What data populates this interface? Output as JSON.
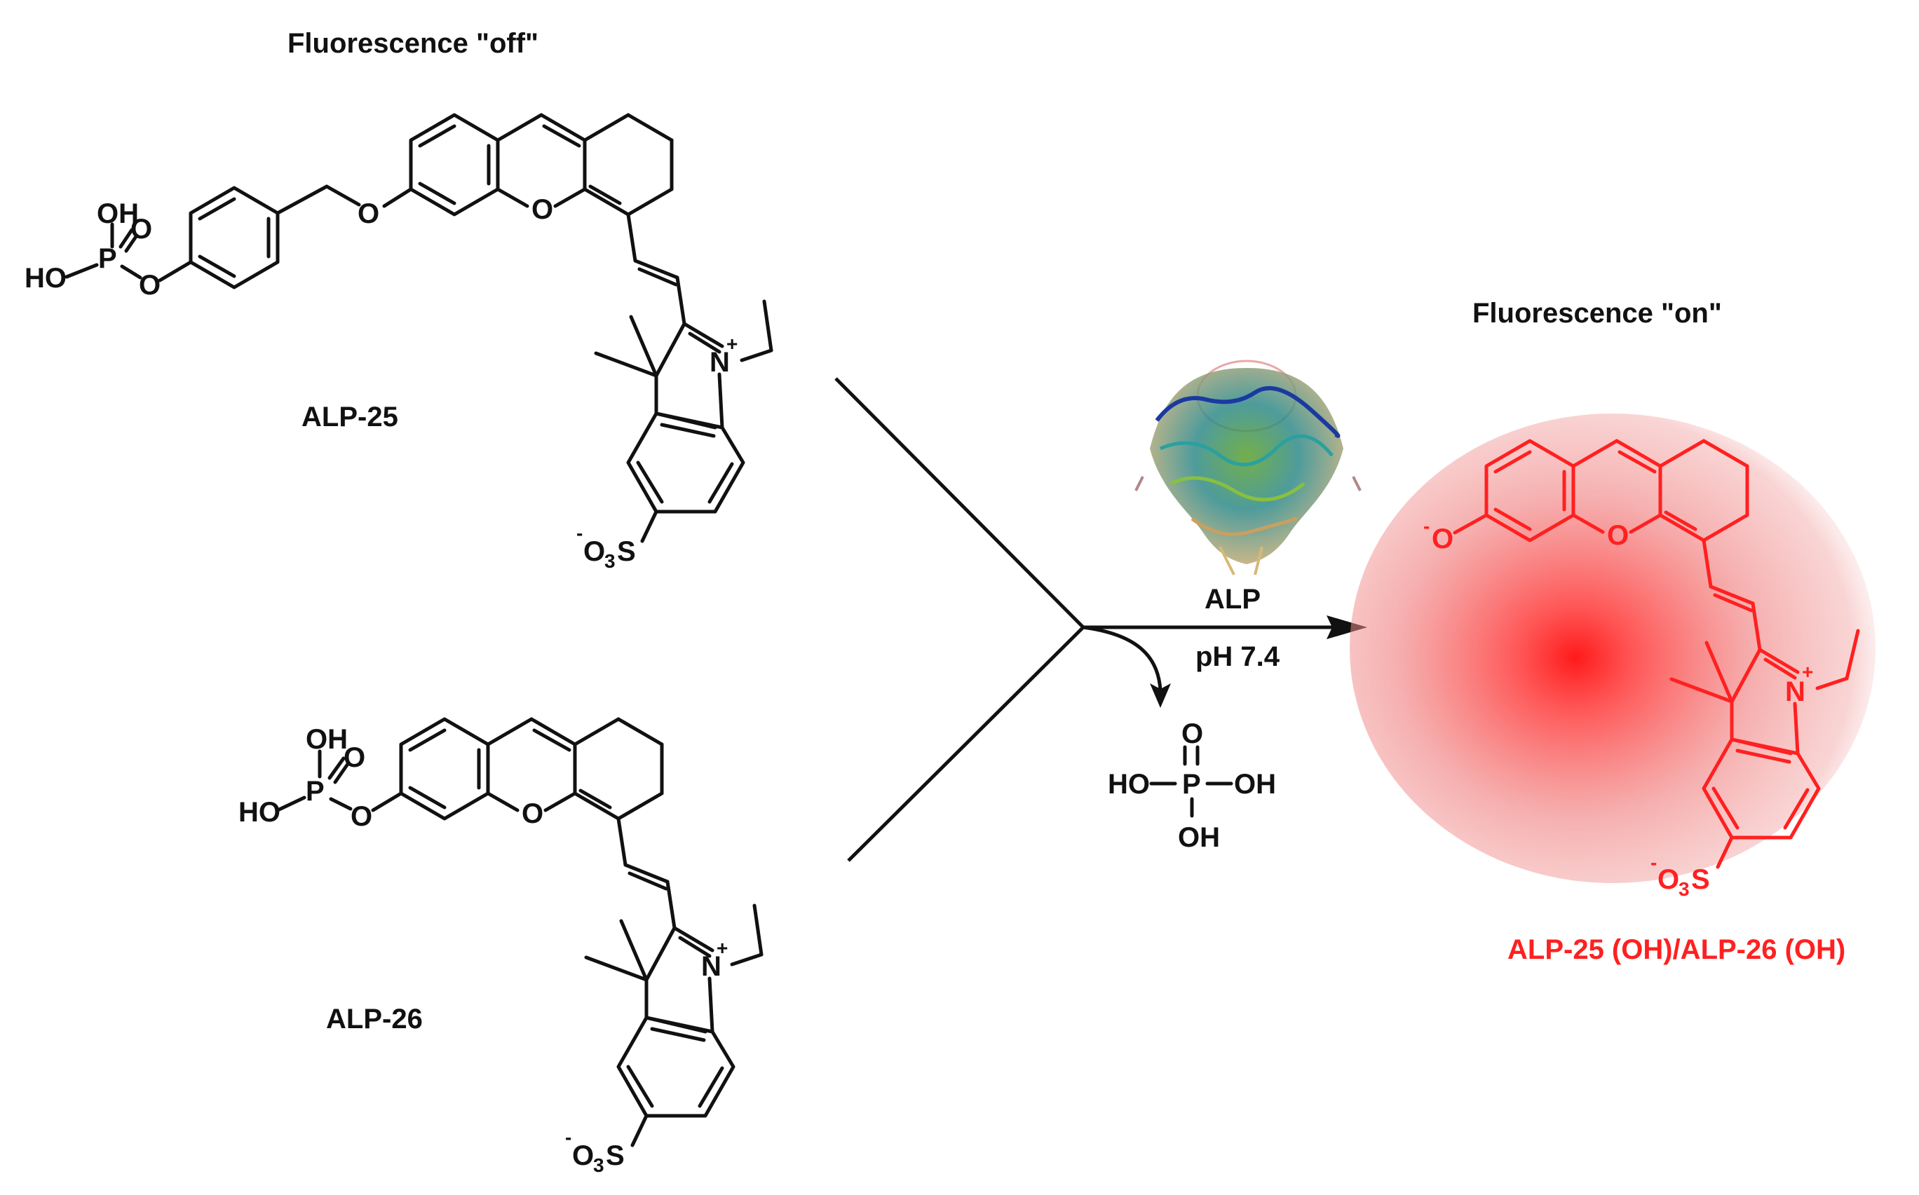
{
  "labels": {
    "fluorescence_off": "Fluorescence \"off\"",
    "fluorescence_on": "Fluorescence \"on\"",
    "compound_1": "ALP-25",
    "compound_2": "ALP-26",
    "product": "ALP-25 (OH)/ALP-26 (OH)",
    "enzyme": "ALP",
    "condition": "pH 7.4"
  },
  "atoms": {
    "O": "O",
    "N": "N",
    "P": "P",
    "OH": "OH",
    "HO": "HO",
    "S": "S",
    "plus": "+",
    "minus": "-",
    "three": "3"
  },
  "colors": {
    "structure": "#111111",
    "product": "#ff2020",
    "glow": "#ff2020"
  },
  "icons": {
    "enzyme": "protein-ribbon-icon"
  }
}
